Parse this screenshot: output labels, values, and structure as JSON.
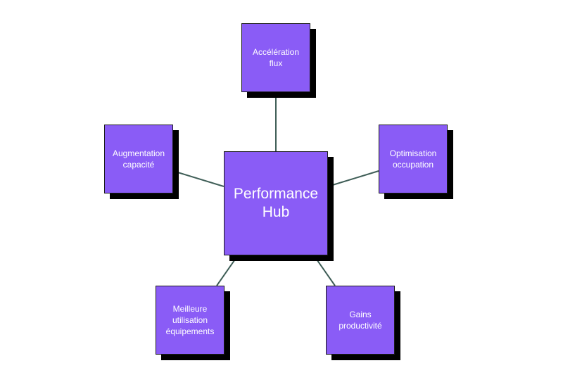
{
  "diagram": {
    "hub": {
      "label": "Performance\nHub"
    },
    "nodes": {
      "top": {
        "label": "Accélération\nflux"
      },
      "left": {
        "label": "Augmentation\ncapacité"
      },
      "right": {
        "label": "Optimisation\noccupation"
      },
      "bottom_left": {
        "label": "Meilleure\nutilisation\néquipements"
      },
      "bottom_right": {
        "label": "Gains\nproductivité"
      }
    },
    "colors": {
      "box_fill": "#8a5cf6",
      "box_shadow": "#000000",
      "connector": "#3f5e57",
      "text": "#ffffff",
      "background": "#ffffff"
    }
  }
}
